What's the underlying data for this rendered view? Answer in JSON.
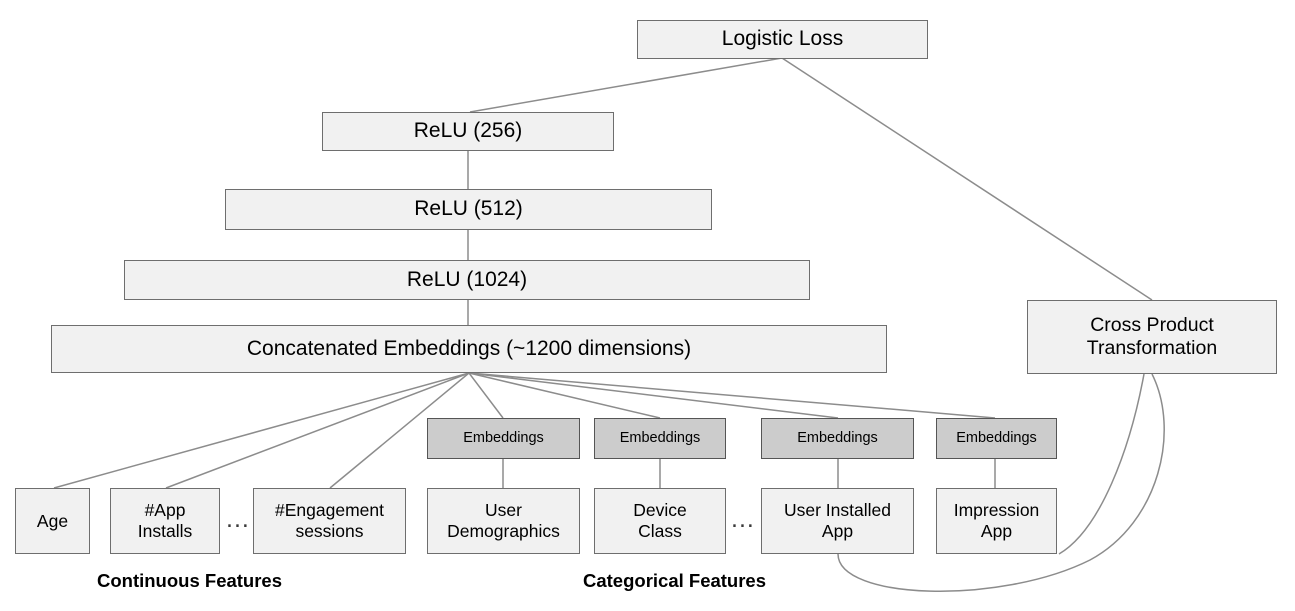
{
  "diagram": {
    "title_node": "Logistic Loss",
    "nodes": {
      "logistic_loss": "Logistic Loss",
      "relu_256": "ReLU (256)",
      "relu_512": "ReLU (512)",
      "relu_1024": "ReLU (1024)",
      "concat": "Concatenated Embeddings (~1200 dimensions)",
      "cross_product": "Cross Product\nTransformation"
    },
    "embedding_label": "Embeddings",
    "embeddings": [
      {
        "label": "Embeddings"
      },
      {
        "label": "Embeddings"
      },
      {
        "label": "Embeddings"
      },
      {
        "label": "Embeddings"
      }
    ],
    "continuous_features": [
      {
        "label": "Age"
      },
      {
        "label": "#App\nInstalls"
      },
      {
        "label": "#Engagement\nsessions"
      }
    ],
    "categorical_features": [
      {
        "label": "User\nDemographics"
      },
      {
        "label": "Device\nClass"
      },
      {
        "label": "User Installed\nApp"
      },
      {
        "label": "Impression\nApp"
      }
    ],
    "ellipses": [
      {
        "text": "..."
      },
      {
        "text": "..."
      }
    ],
    "group_labels": {
      "continuous": "Continuous Features",
      "categorical": "Categorical Features"
    },
    "colors": {
      "node_fill": "#f1f1f1",
      "node_stroke": "#6e6e6e",
      "embedding_fill": "#cccccc",
      "embedding_stroke": "#555555",
      "edge_stroke": "#8c8c8c",
      "text": "#000000",
      "background": "#ffffff"
    }
  }
}
